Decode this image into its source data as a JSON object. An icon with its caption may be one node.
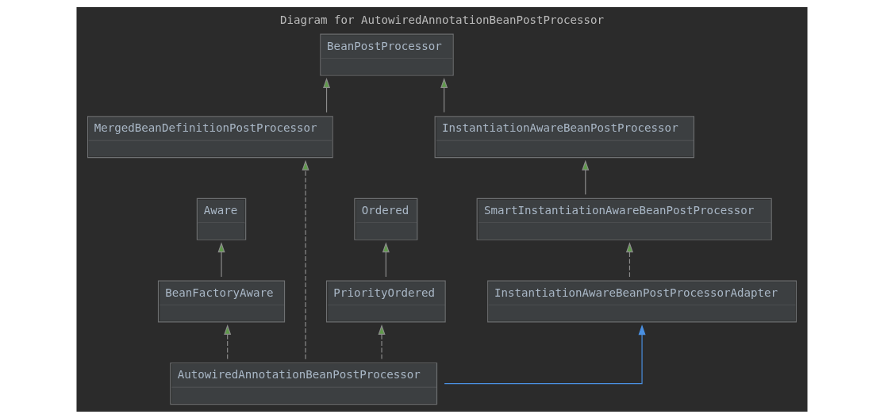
{
  "diagram": {
    "title": "Diagram for AutowiredAnnotationBeanPostProcessor",
    "nodes": [
      {
        "text": [
          "BeanPostProcessor"
        ]
      },
      {
        "text": [
          "InstantiationAwareBeanPostProcessor"
        ]
      },
      {
        "text": [
          "MergedBeanDefinitionPostProcessor"
        ]
      },
      {
        "text": [
          "Aware"
        ]
      },
      {
        "text": [
          "Ordered"
        ]
      },
      {
        "text": [
          "SmartInstantiationAwareBeanPostProcessor"
        ]
      },
      {
        "text": [
          "BeanFactoryAware"
        ]
      },
      {
        "text": [
          "PriorityOrdered"
        ]
      },
      {
        "text": [
          "InstantiationAwareBeanPostProcessorAdapter"
        ]
      },
      {
        "text": [
          "AutowiredAnnotationBeanPostProcessor"
        ]
      }
    ],
    "edges": [
      {
        "from": 1,
        "to": 0,
        "arrow": "to"
      },
      {
        "from": 2,
        "to": 0,
        "arrow": "to"
      },
      {
        "from": 5,
        "to": 1,
        "arrow": "to"
      },
      {
        "from": 6,
        "to": 3,
        "arrow": "to"
      },
      {
        "from": 7,
        "to": 4,
        "arrow": "to"
      },
      {
        "from": 8,
        "to": 5,
        "arrow": "to",
        "style": "dashed"
      },
      {
        "from": 9,
        "to": 6,
        "arrow": "to",
        "style": "dashed"
      },
      {
        "from": 9,
        "to": 7,
        "arrow": "to",
        "style": "dashed"
      },
      {
        "from": 9,
        "to": 8,
        "arrow": "to",
        "color": "#4a90e2"
      },
      {
        "from": 9,
        "to": 2,
        "arrow": "to",
        "style": "dashed"
      }
    ]
  }
}
